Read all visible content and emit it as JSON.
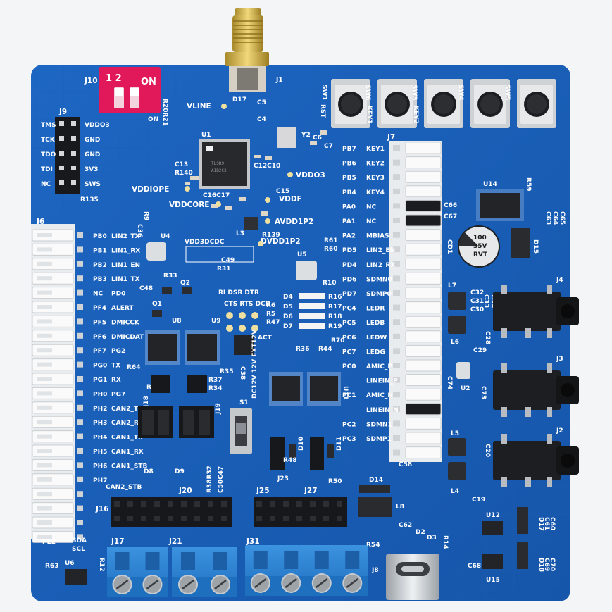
{
  "board": {
    "colors": {
      "pcb": "#1a5fb8",
      "pcb_dark": "#124a96",
      "silkscreen": "#ffffff",
      "terminal_block": "#2f86d6",
      "header_white": "#f2f2f2",
      "dip_switch": "#e1195a"
    },
    "labels": {
      "j10": "J10",
      "dip_on": "ON",
      "dip_12": "1 2",
      "dip_bottom_on": "ON",
      "r20_r21": "R20R21",
      "j1": "J1",
      "d17": "D17",
      "vline": "VLINE",
      "c5": "C5",
      "c4": "C4",
      "u1": "U1",
      "y2": "Y2",
      "c13": "C13",
      "r140": "R140",
      "c12c10": "C12C10",
      "vddo3": "VDDO3",
      "vddiope": "VDDIOPE",
      "c16c17": "C16C17",
      "c15": "C15",
      "vddf": "VDDF",
      "vddcore": "VDDCORE",
      "avdd1p2": "AVDD1P2",
      "dvdd1p2": "DVDD1P2",
      "r139": "R139",
      "r9": "R9",
      "l3": "L3",
      "j9": "J9",
      "r135": "R135",
      "jtag": [
        "TMS",
        "TCK",
        "TDO",
        "TDI",
        "NC"
      ],
      "power_pins": [
        "VDDO3",
        "GND",
        "GND",
        "3V3",
        "SWS"
      ],
      "j6": "J6",
      "u4": "U4",
      "c36": "C36",
      "vdd3dcdc": "VDD3DCDC",
      "r31": "R31",
      "c49": "C49",
      "u5": "U5",
      "r33": "R33",
      "q2": "Q2",
      "c48": "C48",
      "q1": "Q1",
      "ri_dsr_dtr": "RI DSR DTR",
      "cts_rts_dcd": "CTS RTS DCD",
      "u8": "U8",
      "u9": "U9",
      "act": "ACT",
      "r64": "R64",
      "r35": "R35",
      "c38": "C38",
      "u11": "U11",
      "dc12v_ext12v": "DC12V 12V EXT12V",
      "s1": "S1",
      "j18": "J18",
      "j19": "J19",
      "r48": "R48",
      "d10": "D10",
      "r50": "R50",
      "d11": "D11",
      "j23": "J23",
      "d8": "D8",
      "d9": "D9",
      "r38r32": "R38R32",
      "c50c47": "C50C47",
      "d4_d7": [
        "D4",
        "D5",
        "D6",
        "D7"
      ],
      "r16_r19": [
        "R16",
        "R17",
        "R18",
        "R19"
      ],
      "r10": "R10",
      "sw": [
        "SW1",
        "SW6",
        "SW3",
        "SW4",
        "SW5"
      ],
      "rst": "RST",
      "key1_silk": "KEY1",
      "key2_silk": "KEY2",
      "j7": "J7",
      "c6": "C6",
      "c7": "C7",
      "u14": "U14",
      "r59": "R59",
      "c63": "C63",
      "c64": "C64",
      "c65": "C65",
      "c66": "C66",
      "c67": "C67",
      "cd1": "CD1",
      "cap_text": [
        "100",
        "35V",
        "RVT"
      ],
      "d15": "D15",
      "l7": "L7",
      "l6": "L6",
      "l5": "L5",
      "l4": "L4",
      "c30": "C30",
      "c31": "C31",
      "c32": "C32",
      "c33": "C33",
      "c34": "C34",
      "c28": "C28",
      "c29": "C29",
      "c74": "C74",
      "u2": "U2",
      "c73": "C73",
      "c20": "C20",
      "c58": "C58",
      "j4": "J4",
      "j3": "J3",
      "j2": "J2",
      "c19": "C19",
      "d14": "D14",
      "l8": "L8",
      "c62": "C62",
      "d2": "D2",
      "d3": "D3",
      "r14": "R14",
      "r54": "R54",
      "u12": "U12",
      "u15": "U15",
      "c60": "C60",
      "c61": "C61",
      "c69": "C69",
      "c70": "C70",
      "d17b": "D17",
      "d18": "D18",
      "c68": "C68",
      "j16": "J16",
      "j20": "J20",
      "j25": "J25",
      "j27": "J27",
      "j17": "J17",
      "j21": "J21",
      "j31": "J31",
      "j8": "J8",
      "u6": "U6",
      "r63": "R63",
      "r12": "R12",
      "pe2": "PE2",
      "sda": "SDA",
      "scl": "SCL",
      "can2_stb": "CAN2_STB",
      "r70": "R70",
      "r47": "R47",
      "r44": "R44",
      "r36": "R36",
      "r29": "R29",
      "r37": "R37",
      "r34": "R34",
      "r61": "R61",
      "r60": "R60",
      "r6": "R6",
      "r5": "R5"
    },
    "left_pins": [
      {
        "pin": "PB0",
        "sig": "LIN2_TX"
      },
      {
        "pin": "PB1",
        "sig": "LIN1_RX"
      },
      {
        "pin": "PB2",
        "sig": "LIN1_EN"
      },
      {
        "pin": "PB3",
        "sig": "LIN1_TX"
      },
      {
        "pin": "NC",
        "sig": "PD0"
      },
      {
        "pin": "PF4",
        "sig": "ALERT"
      },
      {
        "pin": "PF5",
        "sig": "DMICCK"
      },
      {
        "pin": "PF6",
        "sig": "DMICDAT"
      },
      {
        "pin": "PF7",
        "sig": "PG2"
      },
      {
        "pin": "PG0",
        "sig": "TX"
      },
      {
        "pin": "PG1",
        "sig": "RX"
      },
      {
        "pin": "PH0",
        "sig": "PG7"
      },
      {
        "pin": "PH2",
        "sig": "CAN2_TX"
      },
      {
        "pin": "PH3",
        "sig": "CAN2_RX"
      },
      {
        "pin": "PH4",
        "sig": "CAN1_TX"
      },
      {
        "pin": "PH5",
        "sig": "CAN1_RX"
      },
      {
        "pin": "PH6",
        "sig": "CAN1_STB"
      },
      {
        "pin": "PH7",
        "sig": ""
      }
    ],
    "right_pins": [
      {
        "pin": "PB7",
        "sig": "KEY1"
      },
      {
        "pin": "PB6",
        "sig": "KEY2"
      },
      {
        "pin": "PB5",
        "sig": "KEY3"
      },
      {
        "pin": "PB4",
        "sig": "KEY4"
      },
      {
        "pin": "PA0",
        "sig": "NC"
      },
      {
        "pin": "PA1",
        "sig": "NC"
      },
      {
        "pin": "PA2",
        "sig": "MBIAS"
      },
      {
        "pin": "PD5",
        "sig": "LIN2_EN"
      },
      {
        "pin": "PD4",
        "sig": "LIN2_RX"
      },
      {
        "pin": "PD6",
        "sig": "SDMN0"
      },
      {
        "pin": "PD7",
        "sig": "SDMP0"
      },
      {
        "pin": "PC4",
        "sig": "LEDR"
      },
      {
        "pin": "PC5",
        "sig": "LEDB"
      },
      {
        "pin": "PC6",
        "sig": "LEDW"
      },
      {
        "pin": "PC7",
        "sig": "LEDG"
      },
      {
        "pin": "PC0",
        "sig": "AMIC_P"
      },
      {
        "pin": "",
        "sig": "LINEIN_P"
      },
      {
        "pin": "PC1",
        "sig": "AMIC_N"
      },
      {
        "pin": "",
        "sig": "LINEIN_N"
      },
      {
        "pin": "PC2",
        "sig": "SDMN1"
      },
      {
        "pin": "PC3",
        "sig": "SDMP1"
      }
    ]
  }
}
